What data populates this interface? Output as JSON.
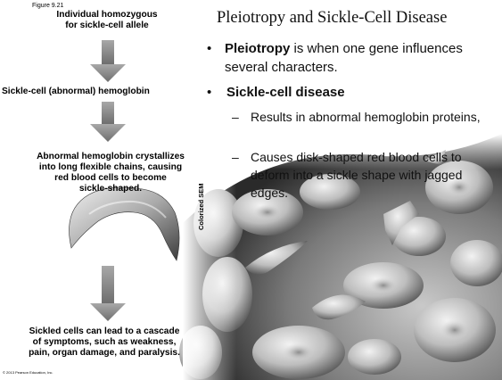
{
  "figure_label": "Figure 9.21",
  "flow": {
    "step1": "Individual homozygous\nfor sickle-cell allele",
    "step2": "Sickle-cell (abnormal) hemoglobin",
    "step3": "Abnormal hemoglobin crystallizes\ninto long flexible chains, causing\nred blood cells to become\nsickle-shaped.",
    "step4": "Sickled cells can lead to a cascade\nof symptoms, such as weakness,\npain, organ damage, and paralysis."
  },
  "micrograph_label": "Colorized SEM",
  "copyright": "© 2013 Pearson Education, Inc.",
  "slide": {
    "title": "Pleiotropy and Sickle-Cell Disease",
    "bullet1_bold": "Pleiotropy",
    "bullet1_rest": " is when one gene influences several characters.",
    "bullet2": "Sickle-cell disease",
    "sub1": "Results in abnormal hemoglobin proteins,",
    "sub2": "Causes disk-shaped red blood cells to deform into a sickle shape with jagged edges."
  },
  "bullet_char": "•",
  "dash_char": "–"
}
